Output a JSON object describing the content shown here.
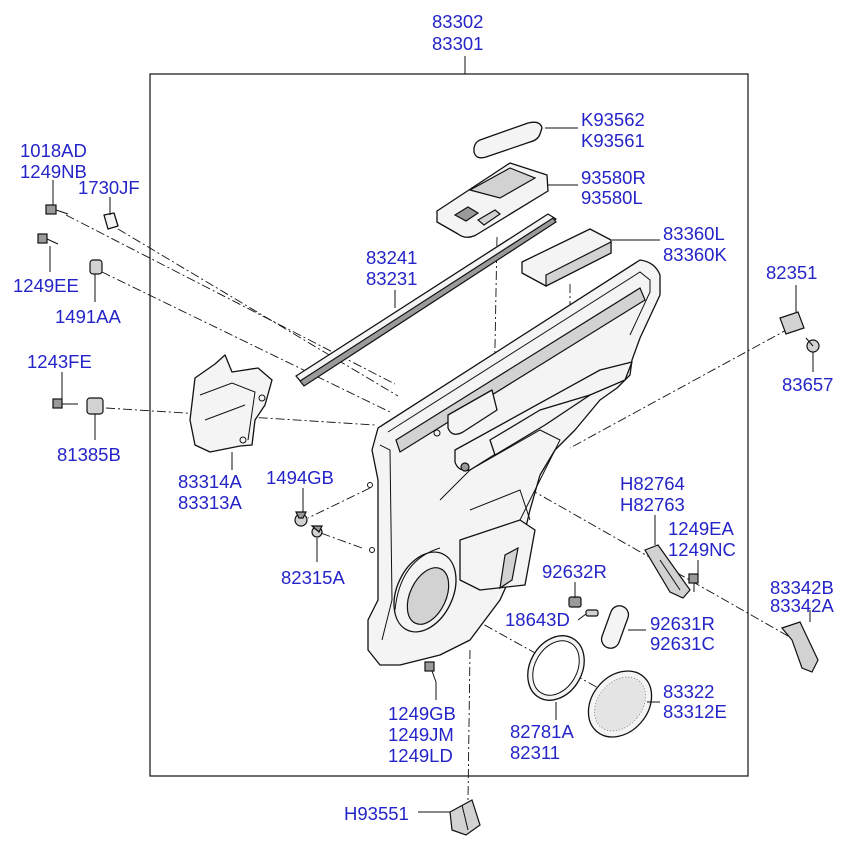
{
  "diagram": {
    "labels": {
      "l83302": "83302",
      "l83301": "83301",
      "lK93562": "K93562",
      "lK93561": "K93561",
      "l93580R": "93580R",
      "l93580L": "93580L",
      "l83360L": "83360L",
      "l83360K": "83360K",
      "l1018AD": "1018AD",
      "l1249NB": "1249NB",
      "l1730JF": "1730JF",
      "l1249EE": "1249EE",
      "l1491AA": "1491AA",
      "l83241": "83241",
      "l83231": "83231",
      "l82351": "82351",
      "l83657": "83657",
      "l1243FE": "1243FE",
      "l81385B": "81385B",
      "l83314A": "83314A",
      "l83313A": "83313A",
      "l1494GB": "1494GB",
      "l82315A": "82315A",
      "lH82764": "H82764",
      "lH82763": "H82763",
      "l1249EA": "1249EA",
      "l1249NC": "1249NC",
      "l92632R": "92632R",
      "l18643D": "18643D",
      "l92631R": "92631R",
      "l92631C": "92631C",
      "l83342B": "83342B",
      "l83342A": "83342A",
      "l83322": "83322",
      "l83312E": "83312E",
      "l1249GB": "1249GB",
      "l1249JM": "1249JM",
      "l1249LD": "1249LD",
      "l82781A": "82781A",
      "l82311": "82311",
      "lH93551": "H93551"
    },
    "icons": {
      "label_color": "#2424c8",
      "line_color": "#111111"
    }
  }
}
